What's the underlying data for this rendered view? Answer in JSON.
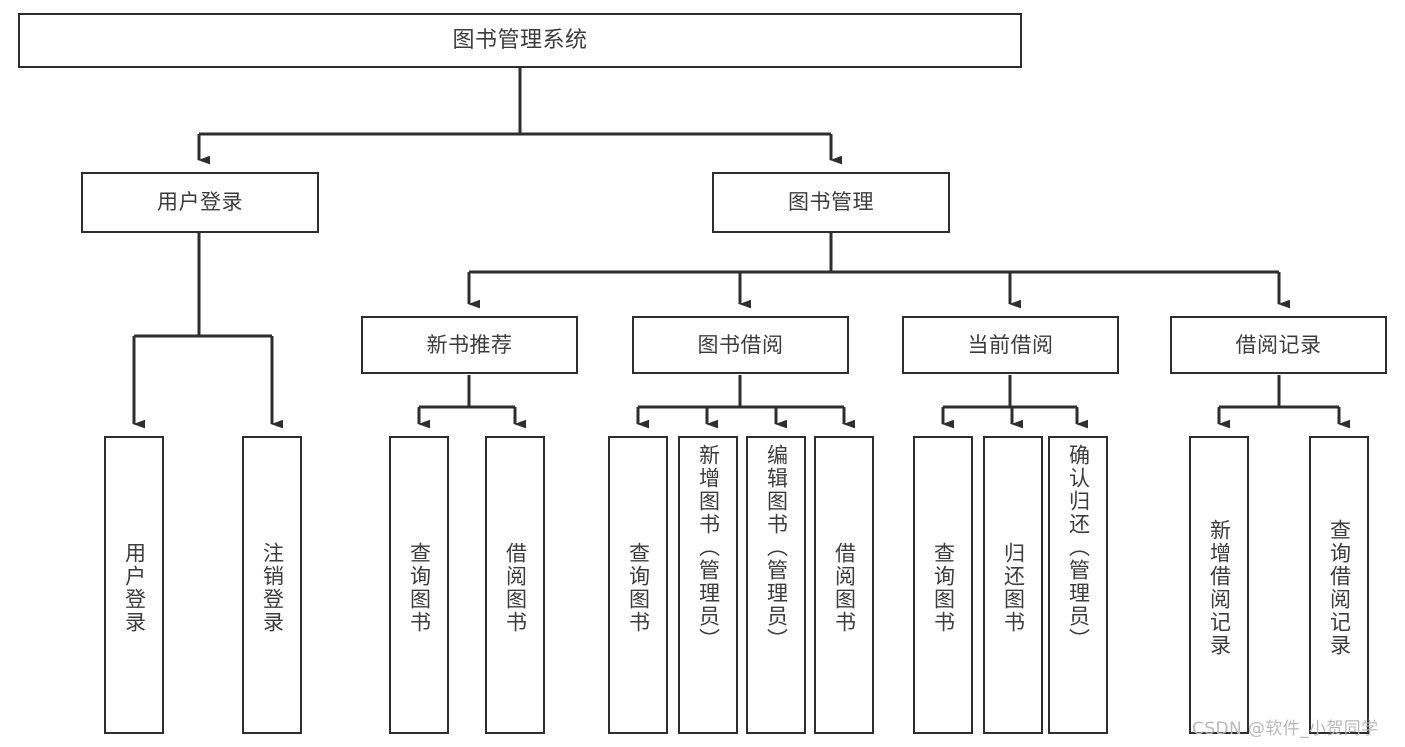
{
  "diagram": {
    "title": "图书管理系统",
    "type": "hierarchy-tree",
    "levels": 4,
    "root": {
      "id": "root",
      "label": "图书管理系统",
      "orientation": "horizontal"
    },
    "level2": [
      {
        "id": "user-login",
        "label": "用户登录",
        "orientation": "horizontal"
      },
      {
        "id": "book-manage",
        "label": "图书管理",
        "orientation": "horizontal"
      }
    ],
    "level3": [
      {
        "id": "new-book-recommend",
        "label": "新书推荐",
        "orientation": "horizontal",
        "parent": "book-manage"
      },
      {
        "id": "book-borrow",
        "label": "图书借阅",
        "orientation": "horizontal",
        "parent": "book-manage"
      },
      {
        "id": "current-borrow",
        "label": "当前借阅",
        "orientation": "horizontal",
        "parent": "book-manage"
      },
      {
        "id": "borrow-record",
        "label": "借阅记录",
        "orientation": "horizontal",
        "parent": "book-manage"
      }
    ],
    "leaves": [
      {
        "id": "leaf-user-login",
        "label": "用户登录",
        "parent": "user-login"
      },
      {
        "id": "leaf-user-logout",
        "label": "注销登录",
        "parent": "user-login"
      },
      {
        "id": "leaf-query-book-1",
        "label": "查询图书",
        "parent": "new-book-recommend"
      },
      {
        "id": "leaf-borrow-book-1",
        "label": "借阅图书",
        "parent": "new-book-recommend"
      },
      {
        "id": "leaf-query-book-2",
        "label": "查询图书",
        "parent": "book-borrow"
      },
      {
        "id": "leaf-add-book",
        "label": "新增图书（管理员）",
        "parent": "book-borrow"
      },
      {
        "id": "leaf-edit-book",
        "label": "编辑图书（管理员）",
        "parent": "book-borrow"
      },
      {
        "id": "leaf-borrow-book-2",
        "label": "借阅图书",
        "parent": "book-borrow"
      },
      {
        "id": "leaf-query-book-3",
        "label": "查询图书",
        "parent": "current-borrow"
      },
      {
        "id": "leaf-return-book",
        "label": "归还图书",
        "parent": "current-borrow"
      },
      {
        "id": "leaf-confirm-return",
        "label": "确认归还（管理员）",
        "parent": "current-borrow"
      },
      {
        "id": "leaf-add-record",
        "label": "新增借阅记录",
        "parent": "borrow-record"
      },
      {
        "id": "leaf-query-record",
        "label": "查询借阅记录",
        "parent": "borrow-record"
      }
    ]
  },
  "watermark": {
    "text": "CSDN @软件_小贺同学"
  },
  "colors": {
    "background": "#ffffff",
    "box_border": "#2e2e2e",
    "box_fill": "#ffffff",
    "text": "#3c3c3c",
    "connector": "#2e2e2e",
    "watermark": "#b9b9b9"
  }
}
